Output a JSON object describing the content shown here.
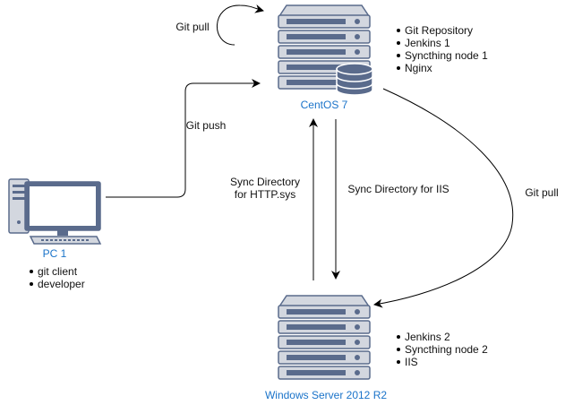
{
  "nodes": {
    "centos": {
      "title": "CentOS 7",
      "bullets": [
        "Git Repository",
        "Jenkins 1",
        "Syncthing node 1",
        "Nginx"
      ]
    },
    "pc": {
      "title": "PC 1",
      "bullets": [
        "git client",
        "developer"
      ]
    },
    "windows": {
      "title": "Windows Server 2012 R2",
      "bullets": [
        "Jenkins 2",
        "Syncthing node 2",
        "IIS"
      ]
    }
  },
  "edges": {
    "git_pull_self": "Git pull",
    "git_push": "Git push",
    "sync_httpsys": [
      "Sync Directory",
      "for HTTP.sys"
    ],
    "sync_iis": "Sync Directory for IIS",
    "git_pull_windows": "Git pull"
  },
  "colors": {
    "server_fill": "#d3d7df",
    "server_stroke": "#5a6b8c",
    "title_color": "#1a73c9",
    "line_color": "#000000"
  }
}
